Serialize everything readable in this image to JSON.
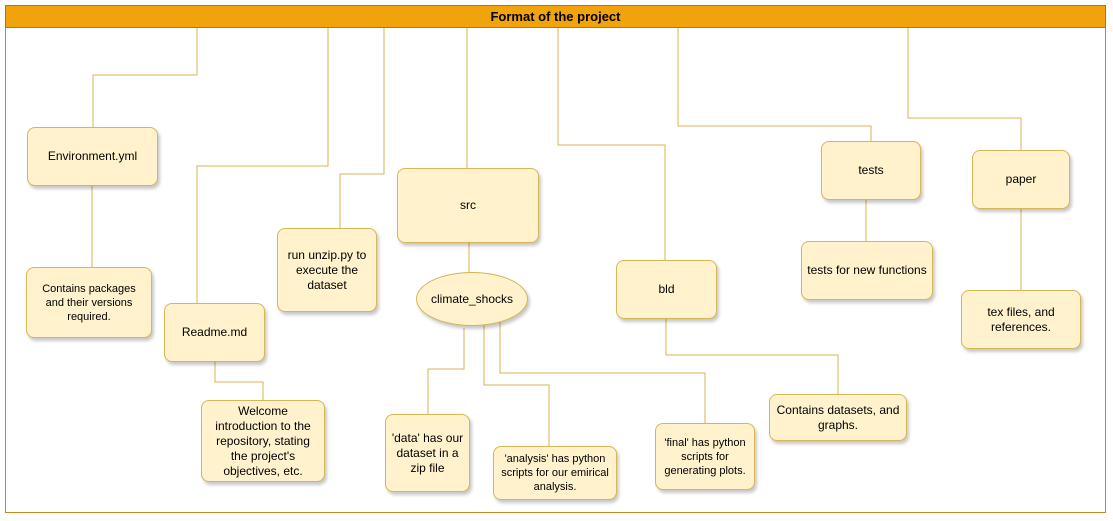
{
  "title": "Format of the project",
  "nodes": {
    "environment": "Environment.yml",
    "env_desc": "Contains packages and their versions required.",
    "readme": "Readme.md",
    "readme_desc": "Welcome introduction to the repository, stating the project's objectives, etc.",
    "unzip": "run unzip.py to execute the dataset",
    "src": "src",
    "climate_shocks": "climate_shocks",
    "data_desc": "'data' has our dataset in a zip file",
    "analysis_desc": "'analysis'  has python scripts for our emirical analysis.",
    "final_desc": "'final'  has python scripts for generating plots.",
    "bld": "bld",
    "bld_desc": "Contains datasets, and graphs.",
    "tests": "tests",
    "tests_desc": "tests for new functions",
    "paper": "paper",
    "paper_desc": "tex files, and references."
  },
  "colors": {
    "title_fill": "#f0a30a",
    "node_fill": "#fff2cc",
    "node_stroke": "#d6b656",
    "edge": "#d6b656"
  }
}
